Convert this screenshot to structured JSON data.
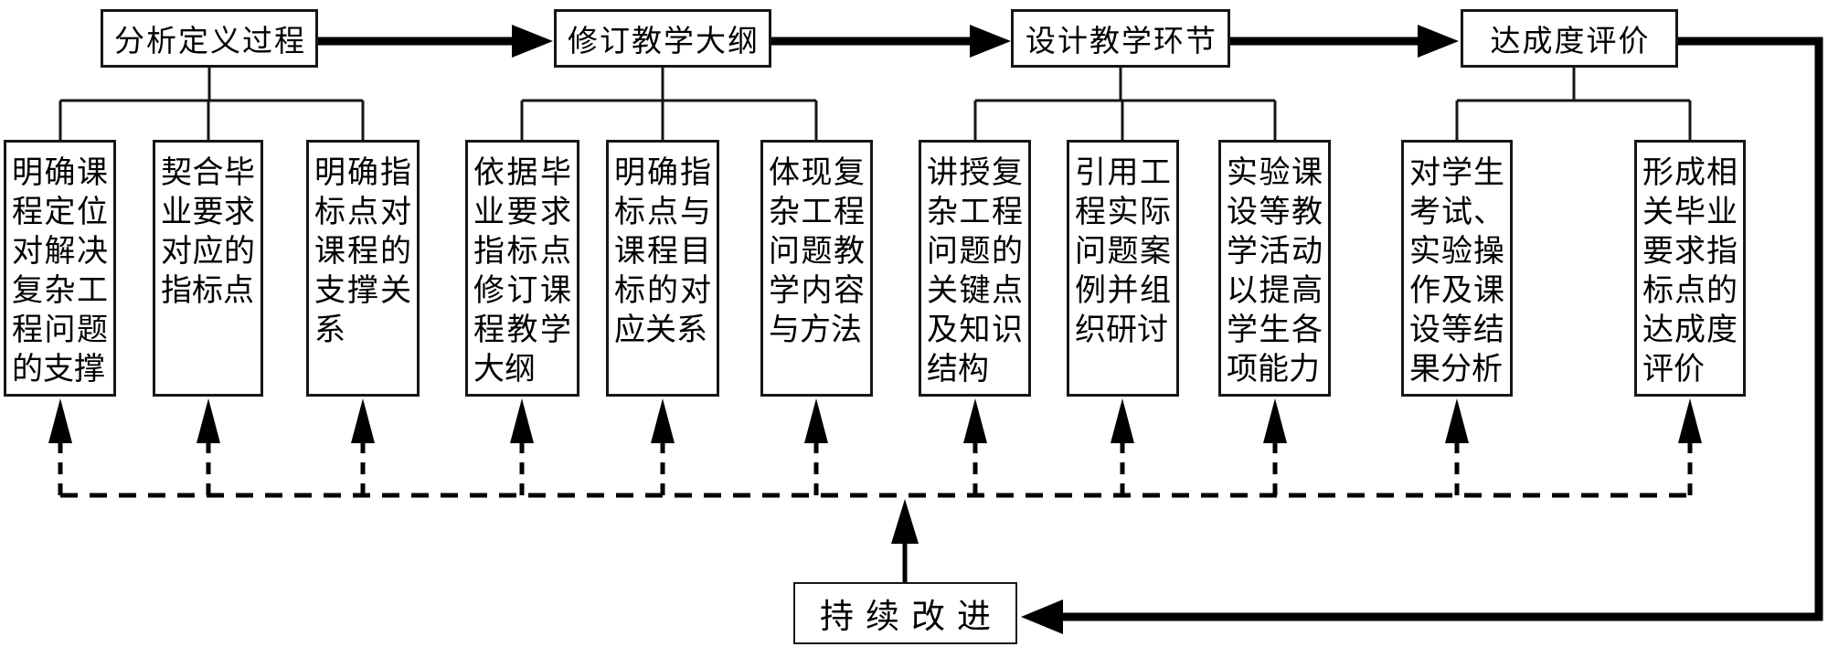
{
  "flowchart": {
    "stages": [
      {
        "label": "分析定义过程",
        "children": [
          "明确课程定位对解决复杂工程问题的支撑",
          "契合毕业要求对应的指标点",
          "明确指标点对课程的支撑关系"
        ]
      },
      {
        "label": "修订教学大纲",
        "children": [
          "依据毕业要求指标点修订课程教学大纲",
          "明确指标点与课程目标的对应关系",
          "体现复杂工程问题教学内容与方法"
        ]
      },
      {
        "label": "设计教学环节",
        "children": [
          "讲授复杂工程问题的关键点及知识结构",
          "引用工程实际问题案例并组织研讨",
          "实验课设等教学活动以提高学生各项能力"
        ]
      },
      {
        "label": "达成度评价",
        "children": [
          "对学生考试、实验操作及课设等结果分析",
          "形成相关毕业要求指标点的达成度评价"
        ]
      }
    ],
    "bottom": {
      "label": "持续改进"
    },
    "colors": {
      "line": "#000000",
      "box_background": "#ffffff",
      "page_background": "#ffffff"
    }
  }
}
